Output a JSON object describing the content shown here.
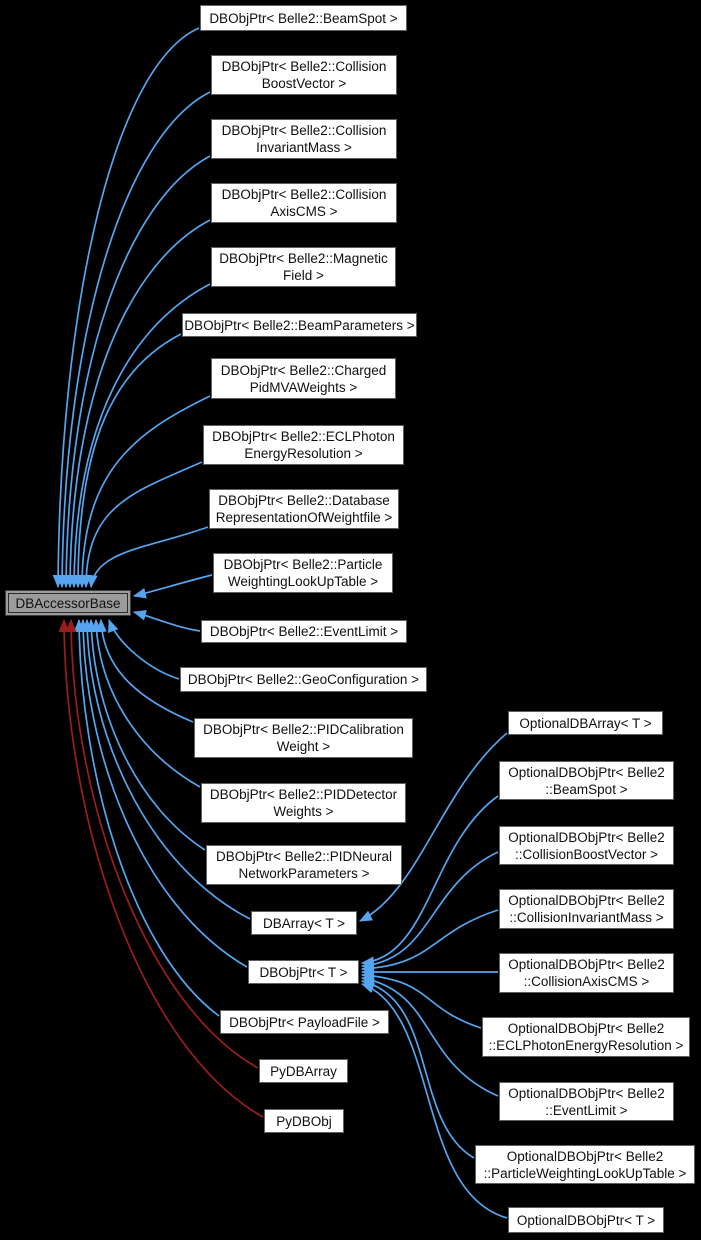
{
  "diagram": {
    "background": "#000000",
    "edge_colors": {
      "inheritance": "#55a5ef",
      "python": "#9b1d1d"
    },
    "box": {
      "fill": "#ffffff",
      "border": "#5f5f5f",
      "highlight_fill": "#9c9c9c"
    }
  },
  "nodes": {
    "base": {
      "line1": "DBAccessorBase"
    },
    "n1": {
      "line1": "DBObjPtr< Belle2::BeamSpot >"
    },
    "n2": {
      "line1": "DBObjPtr< Belle2::Collision",
      "line2": "BoostVector >"
    },
    "n3": {
      "line1": "DBObjPtr< Belle2::Collision",
      "line2": "InvariantMass >"
    },
    "n4": {
      "line1": "DBObjPtr< Belle2::Collision",
      "line2": "AxisCMS >"
    },
    "n5": {
      "line1": "DBObjPtr< Belle2::Magnetic",
      "line2": "Field >"
    },
    "n6": {
      "line1": "DBObjPtr< Belle2::BeamParameters >"
    },
    "n7": {
      "line1": "DBObjPtr< Belle2::Charged",
      "line2": "PidMVAWeights >"
    },
    "n8": {
      "line1": "DBObjPtr< Belle2::ECLPhoton",
      "line2": "EnergyResolution >"
    },
    "n9": {
      "line1": "DBObjPtr< Belle2::Database",
      "line2": "RepresentationOfWeightfile >"
    },
    "n10": {
      "line1": "DBObjPtr< Belle2::Particle",
      "line2": "WeightingLookUpTable >"
    },
    "n11": {
      "line1": "DBObjPtr< Belle2::EventLimit >"
    },
    "n12": {
      "line1": "DBObjPtr< Belle2::GeoConfiguration >"
    },
    "n13": {
      "line1": "DBObjPtr< Belle2::PIDCalibration",
      "line2": "Weight >"
    },
    "n14": {
      "line1": "DBObjPtr< Belle2::PIDDetector",
      "line2": "Weights >"
    },
    "n15": {
      "line1": "DBObjPtr< Belle2::PIDNeural",
      "line2": "NetworkParameters >"
    },
    "n16": {
      "line1": "DBArray< T >"
    },
    "n17": {
      "line1": "DBObjPtr< T >"
    },
    "n18": {
      "line1": "DBObjPtr< PayloadFile >"
    },
    "n19": {
      "line1": "PyDBArray"
    },
    "n20": {
      "line1": "PyDBObj"
    },
    "r1": {
      "line1": "OptionalDBArray< T >"
    },
    "r2": {
      "line1": "OptionalDBObjPtr< Belle2",
      "line2": "::BeamSpot >"
    },
    "r3": {
      "line1": "OptionalDBObjPtr< Belle2",
      "line2": "::CollisionBoostVector >"
    },
    "r4": {
      "line1": "OptionalDBObjPtr< Belle2",
      "line2": "::CollisionInvariantMass >"
    },
    "r5": {
      "line1": "OptionalDBObjPtr< Belle2",
      "line2": "::CollisionAxisCMS >"
    },
    "r6": {
      "line1": "OptionalDBObjPtr< Belle2",
      "line2": "::ECLPhotonEnergyResolution >"
    },
    "r7": {
      "line1": "OptionalDBObjPtr< Belle2",
      "line2": "::EventLimit >"
    },
    "r8": {
      "line1": "OptionalDBObjPtr< Belle2",
      "line2": "::ParticleWeightingLookUpTable >"
    },
    "r9": {
      "line1": "OptionalDBObjPtr< T >"
    }
  },
  "edges": [
    {
      "from": "n1",
      "to": "base",
      "type": "inheritance"
    },
    {
      "from": "n2",
      "to": "base",
      "type": "inheritance"
    },
    {
      "from": "n3",
      "to": "base",
      "type": "inheritance"
    },
    {
      "from": "n4",
      "to": "base",
      "type": "inheritance"
    },
    {
      "from": "n5",
      "to": "base",
      "type": "inheritance"
    },
    {
      "from": "n6",
      "to": "base",
      "type": "inheritance"
    },
    {
      "from": "n7",
      "to": "base",
      "type": "inheritance"
    },
    {
      "from": "n8",
      "to": "base",
      "type": "inheritance"
    },
    {
      "from": "n9",
      "to": "base",
      "type": "inheritance"
    },
    {
      "from": "n10",
      "to": "base",
      "type": "inheritance"
    },
    {
      "from": "n11",
      "to": "base",
      "type": "inheritance"
    },
    {
      "from": "n12",
      "to": "base",
      "type": "inheritance"
    },
    {
      "from": "n13",
      "to": "base",
      "type": "inheritance"
    },
    {
      "from": "n14",
      "to": "base",
      "type": "inheritance"
    },
    {
      "from": "n15",
      "to": "base",
      "type": "inheritance"
    },
    {
      "from": "n16",
      "to": "base",
      "type": "inheritance"
    },
    {
      "from": "n17",
      "to": "base",
      "type": "inheritance"
    },
    {
      "from": "n18",
      "to": "base",
      "type": "inheritance"
    },
    {
      "from": "n19",
      "to": "base",
      "type": "python"
    },
    {
      "from": "n20",
      "to": "base",
      "type": "python"
    },
    {
      "from": "r1",
      "to": "n16",
      "type": "inheritance"
    },
    {
      "from": "r2",
      "to": "n17",
      "type": "inheritance"
    },
    {
      "from": "r3",
      "to": "n17",
      "type": "inheritance"
    },
    {
      "from": "r4",
      "to": "n17",
      "type": "inheritance"
    },
    {
      "from": "r5",
      "to": "n17",
      "type": "inheritance"
    },
    {
      "from": "r6",
      "to": "n17",
      "type": "inheritance"
    },
    {
      "from": "r7",
      "to": "n17",
      "type": "inheritance"
    },
    {
      "from": "r8",
      "to": "n17",
      "type": "inheritance"
    },
    {
      "from": "r9",
      "to": "n17",
      "type": "inheritance"
    }
  ]
}
